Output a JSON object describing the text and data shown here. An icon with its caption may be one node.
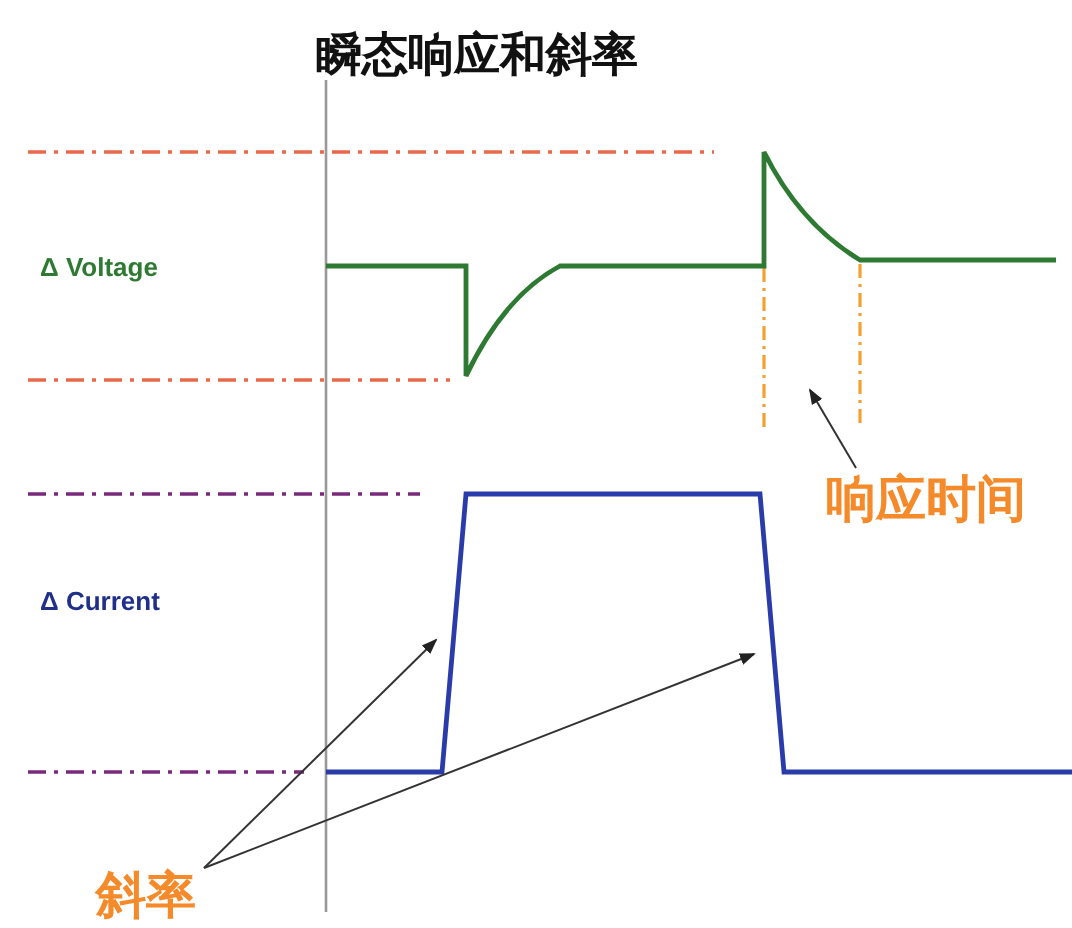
{
  "diagram": {
    "title": "瞬态响应和斜率",
    "nodes": [
      {
        "text": [
          "响应时间"
        ]
      },
      {
        "text": [
          "斜率"
        ]
      }
    ],
    "edges": [
      {
        "from": 0,
        "to": null,
        "arrow": "to"
      },
      {
        "from": 1,
        "to": null,
        "arrow": "to"
      },
      {
        "from": 1,
        "to": null,
        "arrow": "to"
      }
    ],
    "labels": [
      "Δ Voltage",
      "Δ Current"
    ]
  }
}
